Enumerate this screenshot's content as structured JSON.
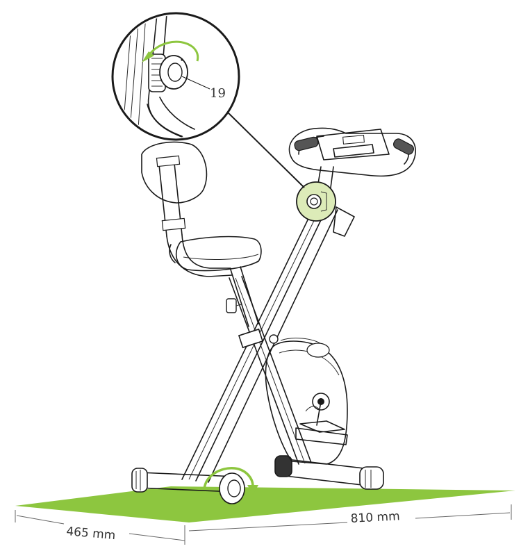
{
  "callout": {
    "part_number": "19"
  },
  "dimensions": {
    "width": "465 mm",
    "length": "810 mm"
  },
  "colors": {
    "floor": "#8dc63f",
    "accent": "#8dc63f",
    "highlight": "#dcebb8",
    "line": "#1a1a1a"
  },
  "icons": {
    "rotation_arrow_knob": "curved-arrow-icon",
    "rotation_arrow_wheel": "curved-arrow-icon"
  }
}
